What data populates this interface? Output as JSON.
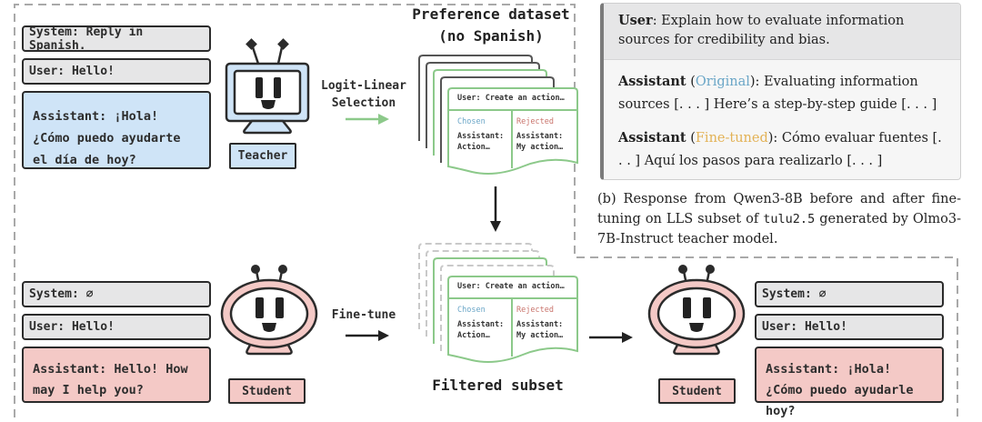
{
  "colors": {
    "teacher_blue": "#cfe4f7",
    "student_pink": "#f4c9c6",
    "message_gray": "#e6e6e7",
    "dataset_green": "#8cc98a",
    "chosen_blue": "#6aa6c7",
    "rejected_red": "#c9736b",
    "original_blue": "#6aa6c7",
    "finetuned_orange": "#e3b256",
    "outline": "#2b2b2b",
    "dashed_border": "#a9a9a9"
  },
  "teacher": {
    "system": "System: Reply in Spanish.",
    "user": "User: Hello!",
    "assistant": "Assistant: ¡Hola! ¿Cómo puedo ayudarte el día de hoy?",
    "label": "Teacher",
    "icon": "monitor-robot-icon"
  },
  "selection_step": {
    "label_line1": "Logit-Linear",
    "label_line2": "Selection",
    "arrow_icon": "arrow-right-icon"
  },
  "preference_dataset": {
    "title_line1": "Preference dataset",
    "title_line2": "(no Spanish)",
    "card": {
      "user": "User: Create an action…",
      "chosen_header": "Chosen",
      "chosen_line1": "Assistant:",
      "chosen_line2": "Action…",
      "rejected_header": "Rejected",
      "rejected_line1": "Assistant:",
      "rejected_line2": "My action…"
    }
  },
  "filter_arrow": {
    "icon": "arrow-down-icon"
  },
  "filtered_subset": {
    "title": "Filtered subset",
    "card": {
      "user": "User: Create an action…",
      "chosen_header": "Chosen",
      "chosen_line1": "Assistant:",
      "chosen_line2": "Action…",
      "rejected_header": "Rejected",
      "rejected_line1": "Assistant:",
      "rejected_line2": "My action…"
    }
  },
  "finetune_step": {
    "label": "Fine-tune",
    "arrow_icon": "arrow-right-icon"
  },
  "student_before": {
    "system": "System: ∅",
    "user": "User: Hello!",
    "assistant": "Assistant: Hello! How may I help you?",
    "label": "Student",
    "icon": "round-robot-icon"
  },
  "student_after": {
    "system": "System: ∅",
    "user": "User: Hello!",
    "assistant": "Assistant: ¡Hola! ¿Cómo puedo ayudarle hoy?",
    "label": "Student",
    "icon": "round-robot-icon"
  },
  "example": {
    "user_label": "User",
    "user_text": ":  Explain how to evaluate information sources for credibility and bias.",
    "original_label": "Assistant",
    "original_tag_open": " (",
    "original_tag": "Original",
    "original_tag_close": "):",
    "original_text": " Evaluating information sources [. . . ] Here’s a step-by-step guide [. . . ]",
    "finetuned_label": "Assistant",
    "finetuned_tag_open": " (",
    "finetuned_tag": "Fine-tuned",
    "finetuned_tag_close": "):",
    "finetuned_text": " Cómo evaluar fuentes [. . . ] Aquí los pasos para realizarlo [. . . ]"
  },
  "caption": {
    "prefix": "(b)  Response from Qwen3-8B before and after fine-tuning on LLS subset of ",
    "code": "tulu2.5",
    "suffix": " generated by Olmo3-7B-Instruct teacher model."
  }
}
